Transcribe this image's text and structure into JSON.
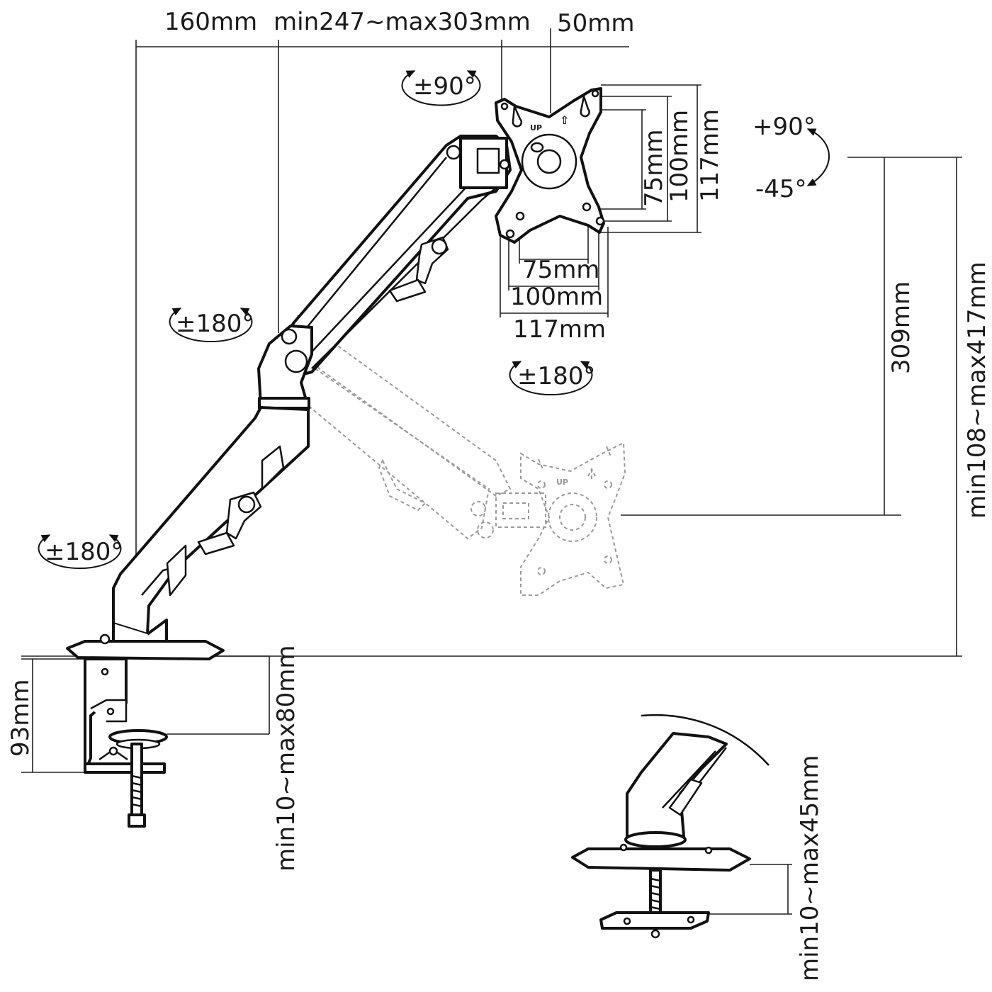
{
  "colors": {
    "line": "#111111",
    "dimension": "#222222",
    "ghost": "#9a9a9a",
    "background": "#ffffff"
  },
  "dimensions": {
    "base_offset": "160mm",
    "arm_reach": "min247~max303mm",
    "head_offset": "50mm",
    "vesa_75_w": "75mm",
    "vesa_100_w": "100mm",
    "vesa_117_w": "117mm",
    "vesa_75_h": "75mm",
    "vesa_100_h": "100mm",
    "vesa_117_h": "117mm",
    "height_travel": "309mm",
    "height_range": "min108~max417mm",
    "clamp_depth": "93mm",
    "clamp_range": "min10~max80mm",
    "grommet_range": "min10~max45mm"
  },
  "rotations": {
    "head_swivel": "±90°",
    "tilt_up": "+90°",
    "tilt_down": "-45°",
    "arm_joint": "±180°",
    "screen_rotation": "±180°",
    "base_swivel": "±180°"
  },
  "plate": {
    "up_label": "UP",
    "up_arrow": "⇧"
  }
}
